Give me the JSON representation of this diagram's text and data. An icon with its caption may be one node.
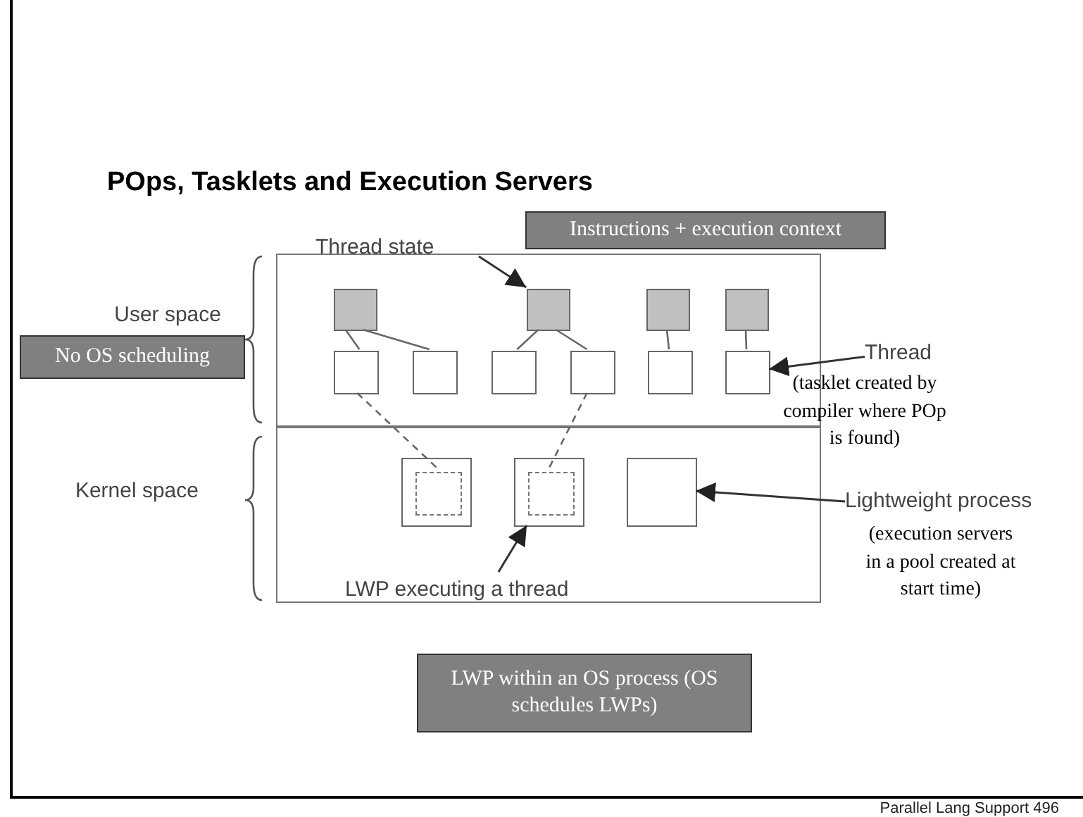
{
  "diagram": {
    "title": "POps, Tasklets and Execution Servers",
    "nodes": [
      {
        "text": [
          "User space"
        ]
      },
      {
        "text": [
          "Kernel space"
        ]
      },
      {
        "text": [],
        "shape": "box",
        "in": 0
      },
      {
        "text": [],
        "shape": "box",
        "in": 0
      },
      {
        "text": [],
        "shape": "box",
        "in": 0
      },
      {
        "text": [],
        "shape": "box",
        "in": 0
      },
      {
        "text": [],
        "shape": "box",
        "in": 0
      },
      {
        "text": [],
        "shape": "box",
        "in": 0
      },
      {
        "text": [],
        "shape": "box",
        "in": 0
      },
      {
        "text": [],
        "shape": "box",
        "in": 0
      },
      {
        "text": [],
        "shape": "box",
        "in": 0
      },
      {
        "text": [],
        "shape": "box",
        "in": 0
      },
      {
        "text": [],
        "shape": "box",
        "in": 1
      },
      {
        "text": [],
        "shape": "box",
        "in": 1
      },
      {
        "text": [],
        "shape": "box",
        "in": 1
      },
      {
        "text": [],
        "shape": "box",
        "in": 12
      },
      {
        "text": [],
        "shape": "box",
        "in": 13
      },
      {
        "text": [
          "Thread state"
        ]
      },
      {
        "text": [
          "Instructions + execution context"
        ]
      },
      {
        "text": [
          "No OS scheduling"
        ]
      },
      {
        "text": [
          "Thread"
        ],
        "beside": [
          "(tasklet created by compiler where POp is found)"
        ]
      },
      {
        "text": [
          "Lightweight process"
        ],
        "beside": [
          "(execution servers in a pool created at start time)"
        ]
      },
      {
        "text": [
          "LWP executing a thread"
        ],
        "in": 1
      },
      {
        "text": [
          "LWP within an OS process (OS schedules LWPs)"
        ]
      }
    ],
    "edges": [
      {
        "from": 2,
        "to": 6,
        "arrow": "none"
      },
      {
        "from": 2,
        "to": 7,
        "arrow": "none"
      },
      {
        "from": 3,
        "to": 8,
        "arrow": "none"
      },
      {
        "from": 3,
        "to": 9,
        "arrow": "none"
      },
      {
        "from": 4,
        "to": 10,
        "arrow": "none"
      },
      {
        "from": 5,
        "to": 11,
        "arrow": "none"
      },
      {
        "from": 6,
        "to": 15,
        "arrow": "none",
        "style": "dashed"
      },
      {
        "from": 9,
        "to": 16,
        "arrow": "none",
        "style": "dashed"
      },
      {
        "from": 17,
        "to": 3,
        "arrow": "to"
      },
      {
        "from": 20,
        "to": 11,
        "arrow": "to"
      },
      {
        "from": 21,
        "to": 14,
        "arrow": "to"
      },
      {
        "from": 22,
        "to": 13,
        "arrow": "to"
      }
    ],
    "labels": [
      "Parallel Lang Support 496"
    ]
  }
}
